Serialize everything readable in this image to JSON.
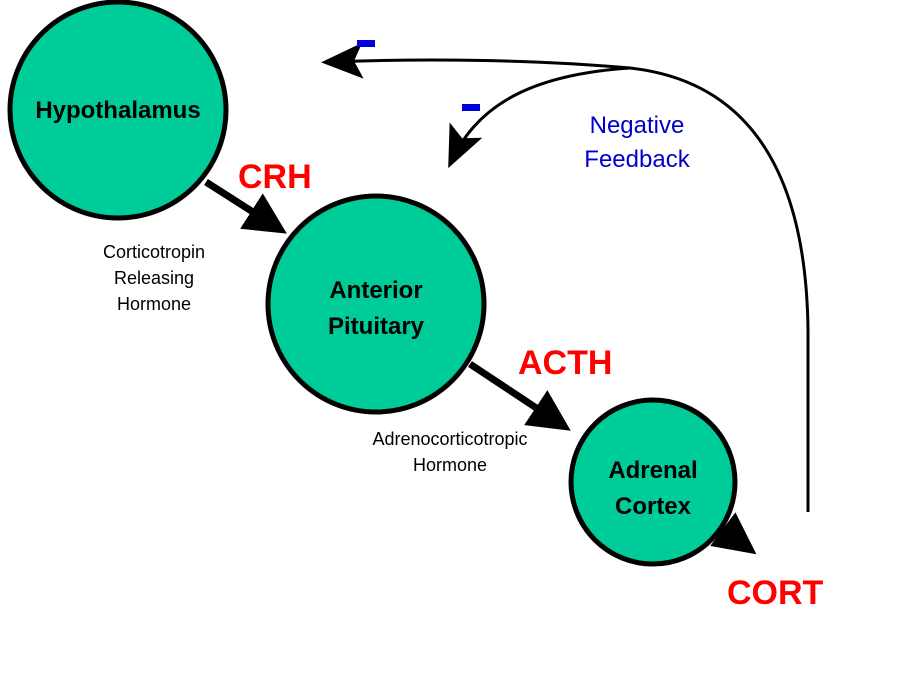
{
  "diagram": {
    "title": "HPA Axis Negative Feedback",
    "nodes": [
      {
        "id": "hypothalamus",
        "lines": [
          "Hypothalamus"
        ]
      },
      {
        "id": "anterior-pituitary",
        "lines": [
          "Anterior",
          "Pituitary"
        ]
      },
      {
        "id": "adrenal-cortex",
        "lines": [
          "Adrenal",
          "Cortex"
        ]
      }
    ],
    "hormones": [
      {
        "abbr": "CRH",
        "full_lines": [
          "Corticotropin",
          "Releasing",
          "Hormone"
        ]
      },
      {
        "abbr": "ACTH",
        "full_lines": [
          "Adrenocorticotropic",
          "Hormone"
        ]
      },
      {
        "abbr": "CORT"
      }
    ],
    "feedback": {
      "label_lines": [
        "Negative",
        "Feedback"
      ],
      "sign": "-"
    },
    "colors": {
      "node_fill": "#00cc99",
      "hormone_text": "#ff0000",
      "feedback_text": "#0000cc"
    }
  }
}
